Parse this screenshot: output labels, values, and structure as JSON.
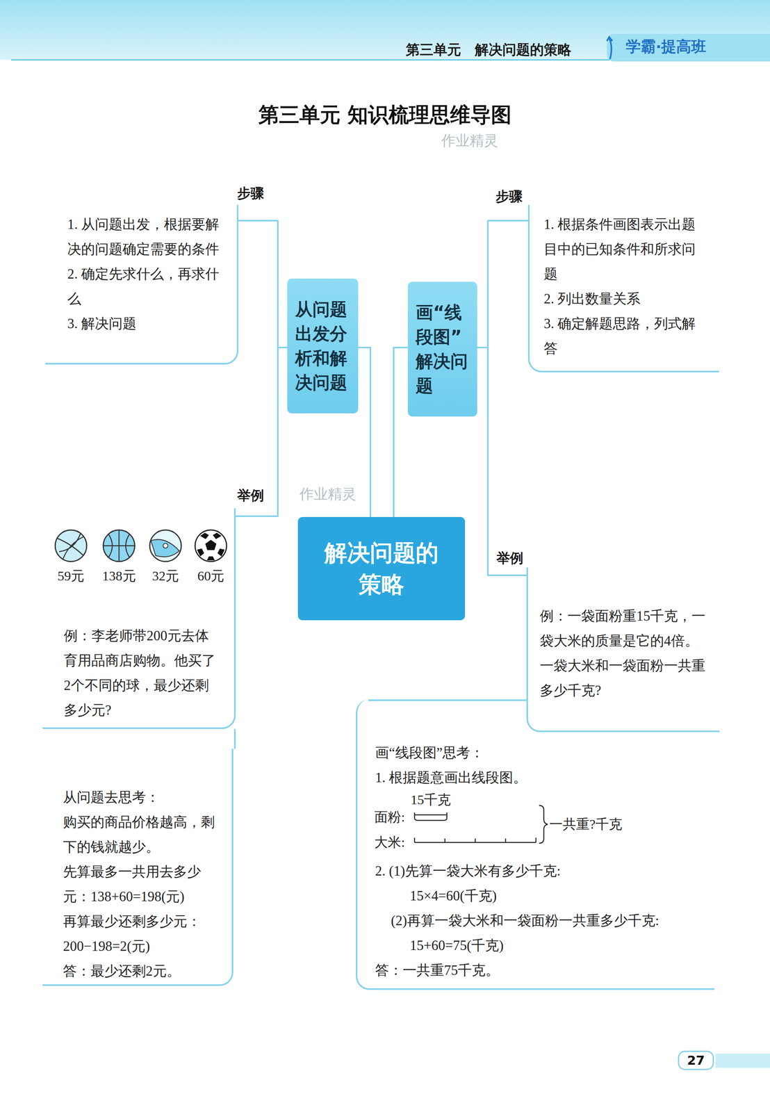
{
  "diagram": {
    "title": "第三单元  知识梳理思维导图",
    "nodes": [
      {
        "text": [
          "解决问题的策略"
        ]
      },
      {
        "text": [
          "从问题出发分析和解决问题"
        ]
      },
      {
        "text": [
          "画“线段图”解决问题"
        ]
      },
      {
        "text": [
          "步骤",
          "1. 从问题出发，根据要解决的问题确定需要的条件",
          "2. 确定先求什么，再求什么",
          "3. 解决问题"
        ]
      },
      {
        "text": [
          "步骤",
          "1. 根据条件画图表示出题目中的已知条件和所求问题",
          "2. 列出数量关系",
          "3. 确定解题思路，列式解答"
        ]
      },
      {
        "text": [
          "举例",
          "例：李老师带200元去体育用品商店购物。他买了2个不同的球，最少还剩多少元?"
        ]
      },
      {
        "text": [
          "从问题去思考：",
          "购买的商品价格越高，剩下的钱就越少。",
          "先算最多一共用去多少元：138+60=198(元)",
          "再算最少还剩多少元：200−198=2(元)",
          "答：最少还剩2元。"
        ]
      },
      {
        "text": [
          "举例",
          "例：一袋面粉重15千克，一袋大米的质量是它的4倍。一袋大米和一袋面粉一共重多少千克?"
        ]
      },
      {
        "text": [
          "画“线段图”思考：",
          "1. 根据题意画出线段图。",
          "2. (1)先算一袋大米有多少千克:",
          "15×4=60(千克)",
          "(2)再算一袋大米和一袋面粉一共重多少千克:",
          "15+60=75(千克)",
          "答：一共重75千克。"
        ]
      }
    ],
    "edges": [
      {
        "from": 0,
        "to": 1,
        "arrow": "none"
      },
      {
        "from": 0,
        "to": 2,
        "arrow": "none"
      },
      {
        "from": 1,
        "to": 3,
        "arrow": "none"
      },
      {
        "from": 1,
        "to": 5,
        "arrow": "none"
      },
      {
        "from": 5,
        "to": 6,
        "arrow": "none"
      },
      {
        "from": 2,
        "to": 4,
        "arrow": "none"
      },
      {
        "from": 2,
        "to": 7,
        "arrow": "none"
      },
      {
        "from": 7,
        "to": 8,
        "arrow": "none"
      }
    ],
    "labels": [
      "第三单元　解决问题的策略",
      "学霸·提高班",
      "作业精灵",
      "作业精灵",
      "59元",
      "138元",
      "32元",
      "60元",
      "15千克",
      "面粉:",
      "大米:",
      "一共重?千克",
      "27"
    ]
  }
}
